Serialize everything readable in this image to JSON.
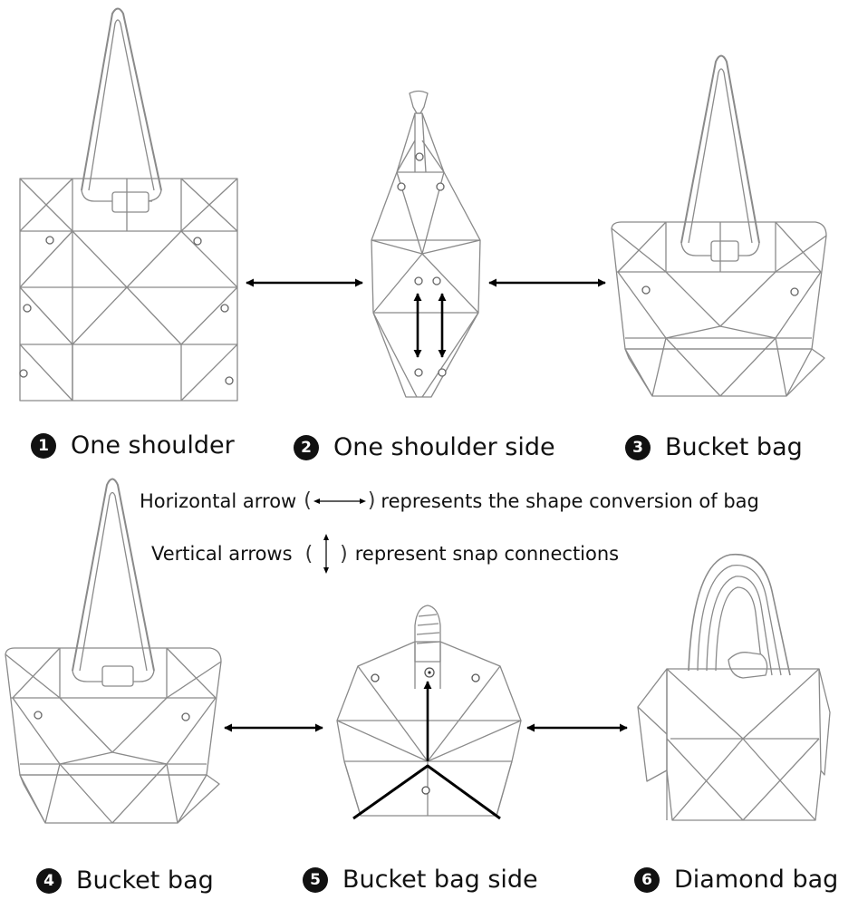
{
  "labels": [
    {
      "number": "1",
      "text": "One shoulder"
    },
    {
      "number": "2",
      "text": "One shoulder side"
    },
    {
      "number": "3",
      "text": "Bucket bag"
    },
    {
      "number": "4",
      "text": "Bucket bag"
    },
    {
      "number": "5",
      "text": "Bucket bag side"
    },
    {
      "number": "6",
      "text": "Diamond bag"
    }
  ],
  "legend": {
    "horizontal_prefix": "Horizontal arrow",
    "horizontal_suffix": "represents the shape conversion of bag",
    "vertical_prefix": "Vertical arrows",
    "vertical_suffix": "represent snap connections",
    "paren_open": "(",
    "paren_close": ")"
  },
  "colors": {
    "line": "#8a8a8a",
    "arrow": "#000000",
    "text": "#111111",
    "badge": "#111111"
  }
}
